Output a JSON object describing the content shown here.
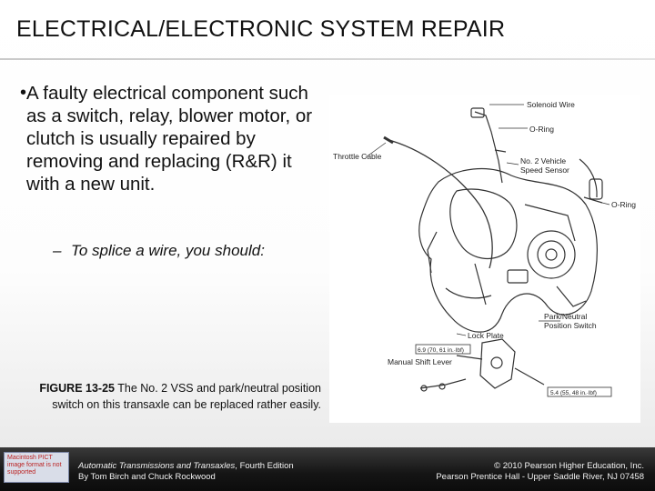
{
  "slide": {
    "title": "ELECTRICAL/ELECTRONIC SYSTEM REPAIR",
    "bullet": "A faulty electrical component such as a switch, relay, blower motor, or clutch is usually repaired by removing and replacing (R&R) it with a new unit.",
    "bullet_marker": "•",
    "sub_marker": "–",
    "sub_bullet": "To splice a wire, you should:"
  },
  "figure": {
    "caption_label": "FIGURE 13-25",
    "caption_text": "The No. 2 VSS and park/neutral position switch on this transaxle can be replaced rather easily.",
    "labels": {
      "solenoid_wire": "Solenoid Wire",
      "o_ring_top": "O-Ring",
      "throttle_cable": "Throttle Cable",
      "vss_line1": "No. 2 Vehicle",
      "vss_line2": "Speed Sensor",
      "o_ring_right": "O-Ring",
      "park_neutral_1": "Park/Neutral",
      "park_neutral_2": "Position Switch",
      "lock_plate": "Lock Plate",
      "manual_shift_lever": "Manual Shift Lever",
      "torque_1": "6.9 (70, 61 in.·lbf)",
      "torque_2": "5.4 (55, 48 in.·lbf)"
    }
  },
  "footer": {
    "logo_text": "Macintosh PICT image format is not supported",
    "book_title": "Automatic Transmissions and Transaxles",
    "edition": ", Fourth Edition",
    "authors": "By Tom Birch and Chuck Rockwood",
    "copyright": "© 2010 Pearson Higher Education, Inc.",
    "publisher": "Pearson Prentice Hall - Upper Saddle River, NJ 07458"
  }
}
